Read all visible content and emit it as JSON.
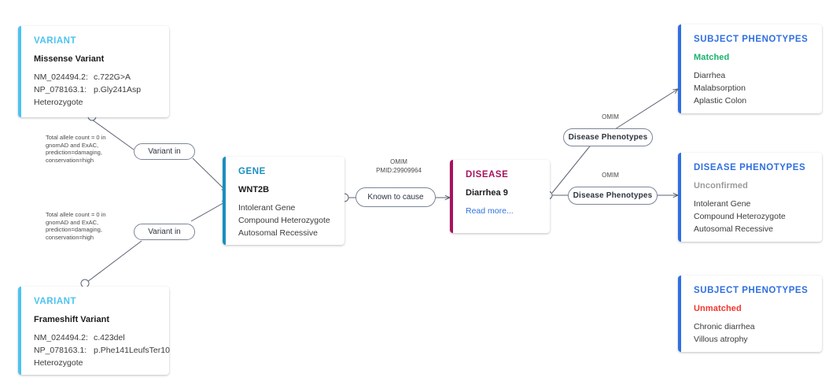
{
  "colors": {
    "variant_accent": "#4cc3f0",
    "variant_title": "#4cc3f0",
    "gene_accent": "#1a8fc1",
    "gene_title": "#1a8fc1",
    "disease_accent": "#a8115f",
    "disease_title": "#a8115f",
    "phenotype_accent": "#2f6fe0",
    "phenotype_title": "#2f6fe0",
    "matched": "#18b36b",
    "unconfirmed": "#9a9a9a",
    "unmatched": "#f4352b",
    "link": "#2f72e0",
    "edge": "#5a6372"
  },
  "cards": {
    "variant_top": {
      "title": "VARIANT",
      "subtitle": "Missense Variant",
      "rows": [
        {
          "key": "NM_024494.2:",
          "value": "c.722G>A"
        },
        {
          "key": "NP_078163.1:",
          "value": "p.Gly241Asp"
        }
      ],
      "zygosity": "Heterozygote"
    },
    "variant_bottom": {
      "title": "VARIANT",
      "subtitle": "Frameshift Variant",
      "rows": [
        {
          "key": "NM_024494.2:",
          "value": "c.423del"
        },
        {
          "key": "NP_078163.1:",
          "value": "p.Phe141LeufsTer10"
        }
      ],
      "zygosity": "Heterozygote"
    },
    "gene": {
      "title": "GENE",
      "subtitle": "WNT2B",
      "attributes": [
        "Intolerant Gene",
        "Compound Heterozygote",
        "Autosomal Recessive"
      ]
    },
    "disease": {
      "title": "DISEASE",
      "subtitle": "Diarrhea 9",
      "link": "Read more..."
    },
    "subject_phenotypes_matched": {
      "title": "SUBJECT PHENOTYPES",
      "status": "Matched",
      "items": [
        "Diarrhea",
        "Malabsorption",
        "Aplastic Colon"
      ]
    },
    "disease_phenotypes": {
      "title": "DISEASE PHENOTYPES",
      "status": "Unconfirmed",
      "items": [
        "Intolerant Gene",
        "Compound Heterozygote",
        "Autosomal Recessive"
      ]
    },
    "subject_phenotypes_unmatched": {
      "title": "SUBJECT PHENOTYPES",
      "status": "Unmatched",
      "items": [
        "Chronic diarrhea",
        "Villous atrophy"
      ]
    }
  },
  "edges": {
    "variant_in_top": "Variant in",
    "variant_in_bottom": "Variant in",
    "known_to_cause": "Known to cause",
    "disease_phenotypes_top": "Disease Phenotypes",
    "disease_phenotypes_bottom": "Disease Phenotypes",
    "annotation_top": "Total allele count = 0 in\ngnomAD and ExAC,\nprediction=damaging,\nconservation=high",
    "annotation_bottom": "Total allele count = 0 in\ngnomAD and ExAC,\nprediction=damaging,\nconservation=high",
    "omim_gene_disease": "OMIM",
    "pmid_gene_disease": "PMID:29909964",
    "omim_pheno_top": "OMIM",
    "omim_pheno_bottom": "OMIM"
  }
}
